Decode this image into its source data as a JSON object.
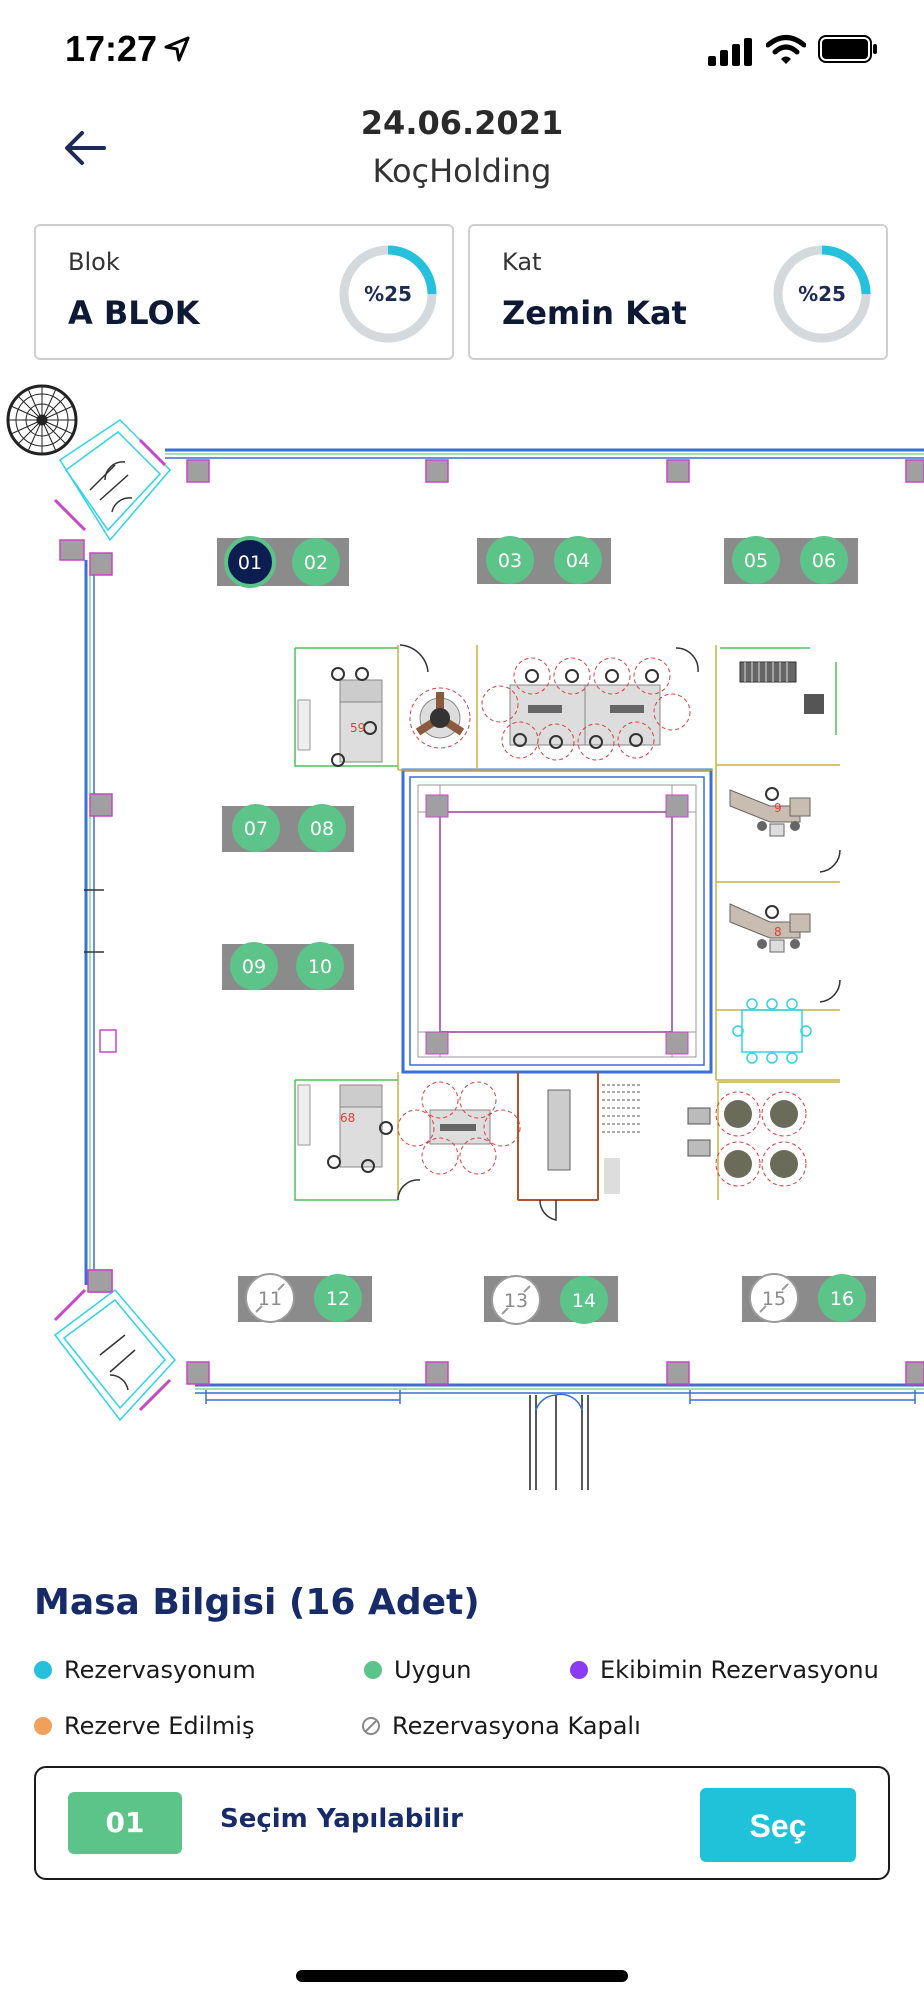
{
  "status_bar": {
    "time": "17:27"
  },
  "header": {
    "date": "24.06.2021",
    "company": "KoçHolding"
  },
  "cards": [
    {
      "label": "Blok",
      "value": "A BLOK",
      "percent_text": "%25",
      "percent": 25
    },
    {
      "label": "Kat",
      "value": "Zemin Kat",
      "percent_text": "%25",
      "percent": 25
    }
  ],
  "desks": [
    {
      "id": "01",
      "status": "selected"
    },
    {
      "id": "02",
      "status": "available"
    },
    {
      "id": "03",
      "status": "available"
    },
    {
      "id": "04",
      "status": "available"
    },
    {
      "id": "05",
      "status": "available"
    },
    {
      "id": "06",
      "status": "available"
    },
    {
      "id": "07",
      "status": "available"
    },
    {
      "id": "08",
      "status": "available"
    },
    {
      "id": "09",
      "status": "available"
    },
    {
      "id": "10",
      "status": "available"
    },
    {
      "id": "11",
      "status": "closed"
    },
    {
      "id": "12",
      "status": "available"
    },
    {
      "id": "13",
      "status": "closed"
    },
    {
      "id": "14",
      "status": "available"
    },
    {
      "id": "15",
      "status": "closed"
    },
    {
      "id": "16",
      "status": "available"
    }
  ],
  "room_labels": {
    "room_59": "59",
    "room_68": "68",
    "room_9": "9",
    "room_8": "8"
  },
  "info": {
    "title": "Masa Bilgisi (16 Adet)",
    "legend": [
      {
        "label": "Rezervasyonum",
        "color": "#25c1dc"
      },
      {
        "label": "Uygun",
        "color": "#5cc489"
      },
      {
        "label": "Ekibimin Rezervasyonu",
        "color": "#8b3cf0"
      },
      {
        "label": "Rezerve Edilmiş",
        "color": "#f0a05a"
      },
      {
        "label": "Rezervasyona Kapalı",
        "icon": "blocked-icon"
      }
    ]
  },
  "selection": {
    "desk": "01",
    "status_text": "Seçim Yapılabilir",
    "button_label": "Seç"
  },
  "colors": {
    "available": "#5cc489",
    "selected": "#0c1d52",
    "accent": "#1fc2d8",
    "title": "#172b68"
  }
}
